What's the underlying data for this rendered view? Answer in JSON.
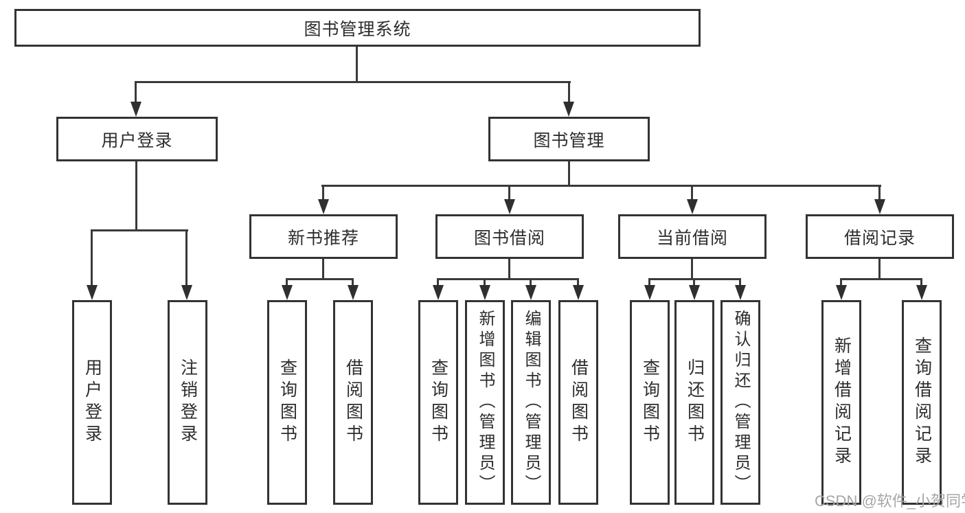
{
  "diagram_title": "图书管理系统",
  "nodes": {
    "root": "图书管理系统",
    "level2": [
      "用户登录",
      "图书管理"
    ],
    "level3": [
      "新书推荐",
      "图书借阅",
      "当前借阅",
      "借阅记录"
    ],
    "login_group": [
      "用户登录",
      "注销登录"
    ],
    "new_books_group": [
      "查询图书",
      "借阅图书"
    ],
    "borrow_group": [
      "查询图书",
      "新增图书（管理员）",
      "编辑图书（管理员）",
      "借阅图书"
    ],
    "current_group": [
      "查询图书",
      "归还图书",
      "确认归还（管理员）"
    ],
    "records_group": [
      "新增借阅记录",
      "查询借阅记录"
    ]
  },
  "watermark": "CSDN @软件_小贺同学",
  "colors": {
    "background": "#ffffff",
    "box_border": "#333333",
    "connector_line": "#3a3a3a",
    "arrowhead": "#2f2f2f",
    "text": "#2d2d2d",
    "watermark_text": "#a6a6a6"
  }
}
